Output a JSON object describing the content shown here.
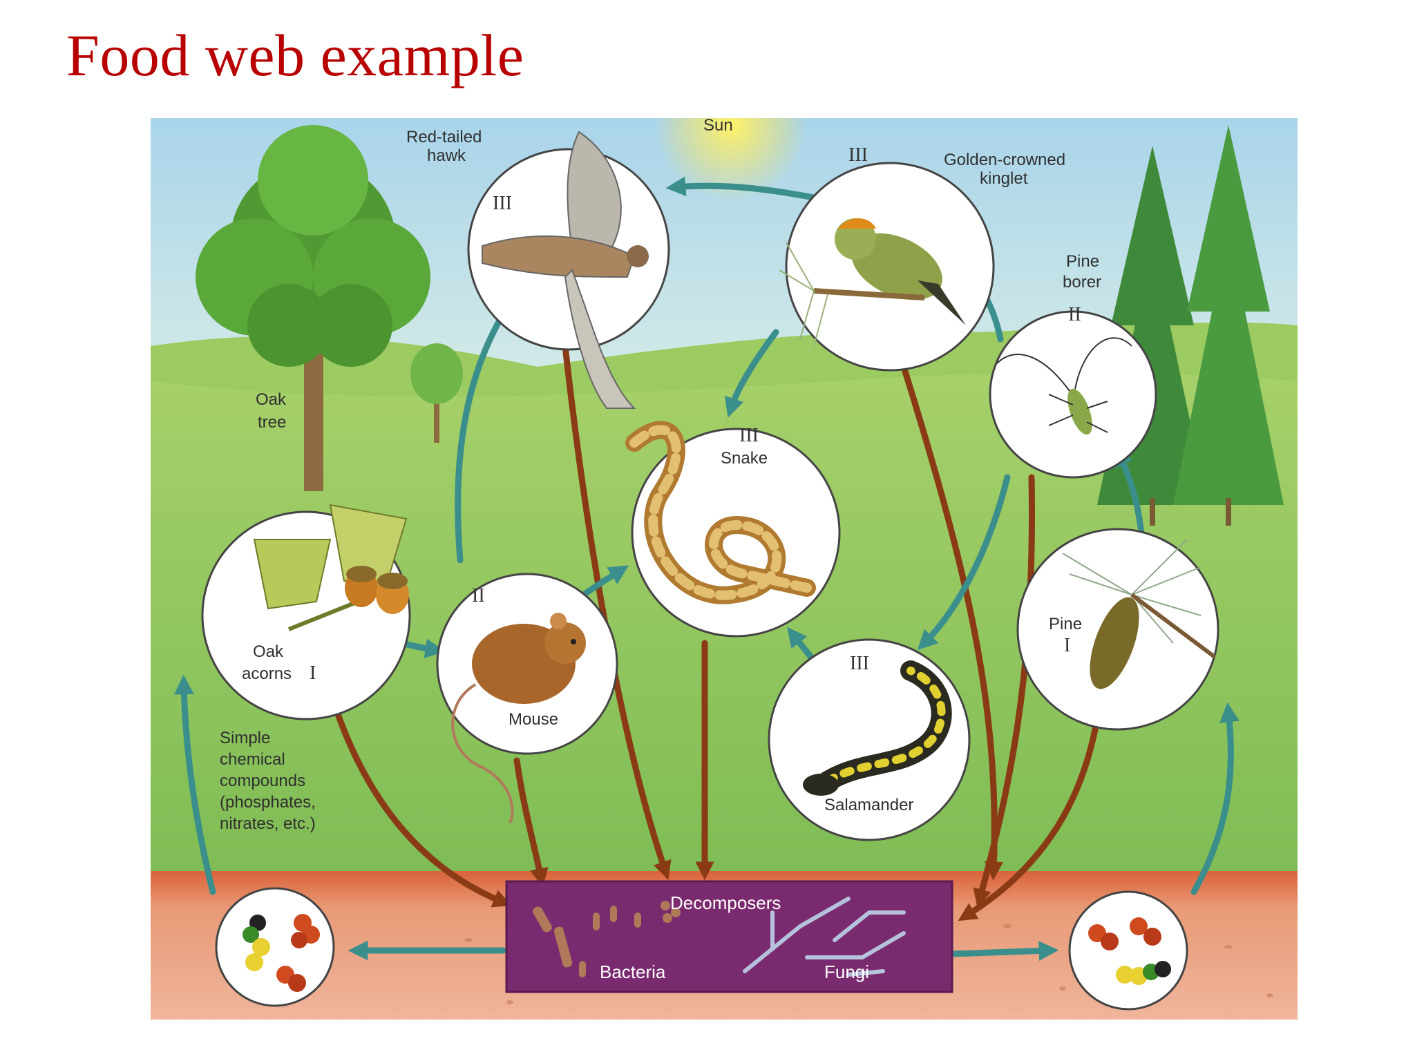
{
  "slide": {
    "title": "Food web example"
  },
  "labels": {
    "sun": "Sun",
    "hawk_line1": "Red-tailed",
    "hawk_line2": "hawk",
    "hawk_level": "III",
    "kinglet_line1": "Golden-crowned",
    "kinglet_line2": "kinglet",
    "kinglet_level": "III",
    "borer_line1": "Pine",
    "borer_line2": "borer",
    "borer_level": "II",
    "oak_tree_line1": "Oak",
    "oak_tree_line2": "tree",
    "snake_level": "III",
    "snake": "Snake",
    "mouse_level": "II",
    "mouse": "Mouse",
    "acorns_line1": "Oak",
    "acorns_line2": "acorns",
    "acorns_level": "I",
    "salamander_level": "III",
    "salamander": "Salamander",
    "pine": "Pine",
    "pine_level": "I",
    "compounds_line1": "Simple",
    "compounds_line2": "chemical",
    "compounds_line3": "compounds",
    "compounds_line4": "(phosphates,",
    "compounds_line5": "nitrates, etc.)",
    "decomposers": "Decomposers",
    "bacteria": "Bacteria",
    "fungi": "Fungi"
  },
  "colors": {
    "title": "#b80000",
    "sky": "#bfe0ec",
    "grass": "#8fc65a",
    "soil": "#e59a78",
    "decomposer_box": "#7a2a6e",
    "energy_arrow": "#3a8f8c",
    "decay_arrow": "#9a4a1c"
  }
}
